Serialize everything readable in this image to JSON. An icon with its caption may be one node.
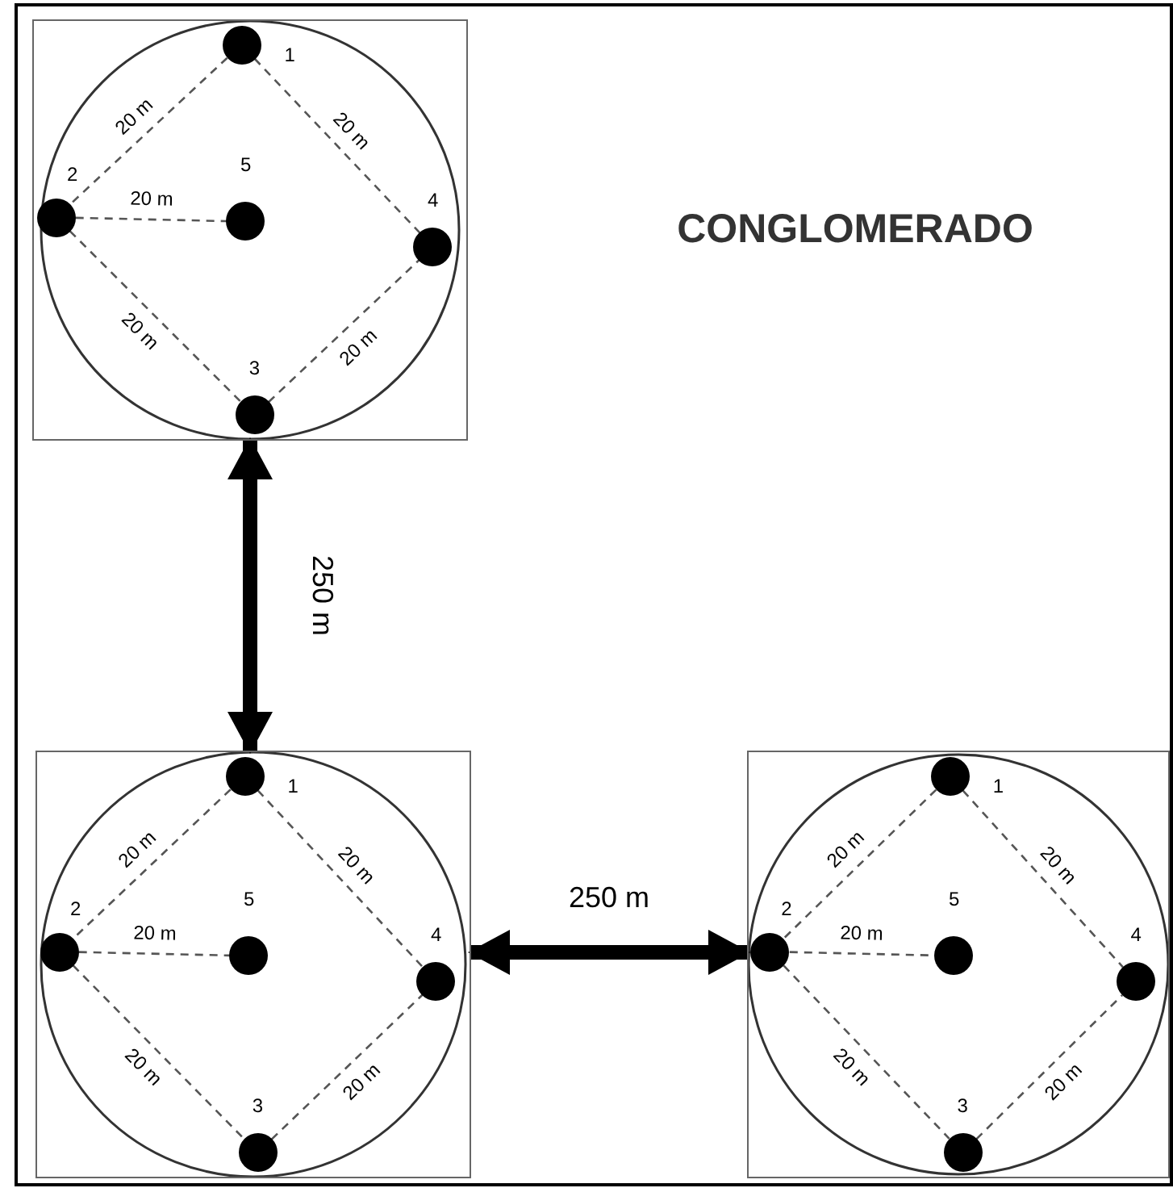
{
  "diagram": {
    "title": "CONGLOMERADO",
    "nodes": [
      {
        "text": [],
        "shape": "box"
      },
      {
        "text": [],
        "shape": "circle",
        "in": 0,
        "beside": [
          "1"
        ]
      },
      {
        "text": [],
        "shape": "circle",
        "in": 0,
        "beside": [
          "2"
        ]
      },
      {
        "text": [],
        "shape": "circle",
        "in": 0,
        "beside": [
          "3"
        ]
      },
      {
        "text": [],
        "shape": "circle",
        "in": 0,
        "beside": [
          "4"
        ]
      },
      {
        "text": [],
        "shape": "circle",
        "in": 0,
        "beside": [
          "5"
        ]
      },
      {
        "text": [],
        "shape": "box"
      },
      {
        "text": [],
        "shape": "circle",
        "in": 6,
        "beside": [
          "1"
        ]
      },
      {
        "text": [],
        "shape": "circle",
        "in": 6,
        "beside": [
          "2"
        ]
      },
      {
        "text": [],
        "shape": "circle",
        "in": 6,
        "beside": [
          "3"
        ]
      },
      {
        "text": [],
        "shape": "circle",
        "in": 6,
        "beside": [
          "4"
        ]
      },
      {
        "text": [],
        "shape": "circle",
        "in": 6,
        "beside": [
          "5"
        ]
      },
      {
        "text": [],
        "shape": "box"
      },
      {
        "text": [],
        "shape": "circle",
        "in": 12,
        "beside": [
          "1"
        ]
      },
      {
        "text": [],
        "shape": "circle",
        "in": 12,
        "beside": [
          "2"
        ]
      },
      {
        "text": [],
        "shape": "circle",
        "in": 12,
        "beside": [
          "3"
        ]
      },
      {
        "text": [],
        "shape": "circle",
        "in": 12,
        "beside": [
          "4"
        ]
      },
      {
        "text": [],
        "shape": "circle",
        "in": 12,
        "beside": [
          "5"
        ]
      }
    ],
    "edges": [
      {
        "from": 1,
        "to": 2,
        "arrow": "none",
        "label": "20 m",
        "style": "dashed"
      },
      {
        "from": 1,
        "to": 4,
        "arrow": "none",
        "label": "20 m",
        "style": "dashed"
      },
      {
        "from": 2,
        "to": 5,
        "arrow": "none",
        "label": "20 m",
        "style": "dashed"
      },
      {
        "from": 2,
        "to": 3,
        "arrow": "none",
        "label": "20 m",
        "style": "dashed"
      },
      {
        "from": 3,
        "to": 4,
        "arrow": "none",
        "label": "20 m",
        "style": "dashed"
      },
      {
        "from": 7,
        "to": 8,
        "arrow": "none",
        "label": "20 m",
        "style": "dashed"
      },
      {
        "from": 7,
        "to": 10,
        "arrow": "none",
        "label": "20 m",
        "style": "dashed"
      },
      {
        "from": 8,
        "to": 11,
        "arrow": "none",
        "label": "20 m",
        "style": "dashed"
      },
      {
        "from": 8,
        "to": 9,
        "arrow": "none",
        "label": "20 m",
        "style": "dashed"
      },
      {
        "from": 9,
        "to": 10,
        "arrow": "none",
        "label": "20 m",
        "style": "dashed"
      },
      {
        "from": 13,
        "to": 14,
        "arrow": "none",
        "label": "20 m",
        "style": "dashed"
      },
      {
        "from": 13,
        "to": 16,
        "arrow": "none",
        "label": "20 m",
        "style": "dashed"
      },
      {
        "from": 14,
        "to": 17,
        "arrow": "none",
        "label": "20 m",
        "style": "dashed"
      },
      {
        "from": 14,
        "to": 15,
        "arrow": "none",
        "label": "20 m",
        "style": "dashed"
      },
      {
        "from": 15,
        "to": 16,
        "arrow": "none",
        "label": "20 m",
        "style": "dashed"
      },
      {
        "from": 0,
        "to": 6,
        "arrow": "both",
        "label": "250 m",
        "style": "thick"
      },
      {
        "from": 6,
        "to": 12,
        "arrow": "both",
        "label": "250 m",
        "style": "thick"
      }
    ]
  }
}
